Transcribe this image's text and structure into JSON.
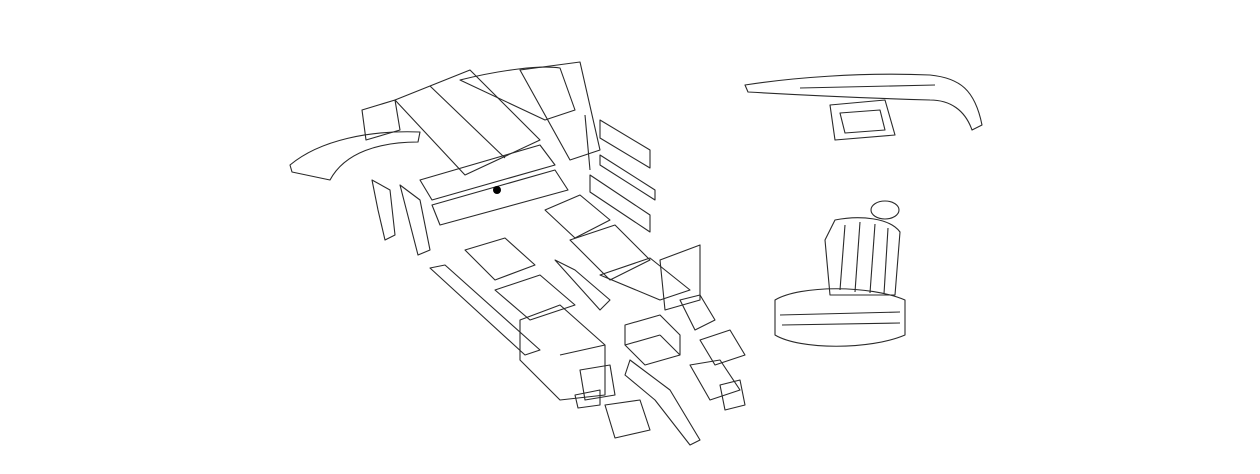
{
  "diagram": {
    "type": "exploded-parts-line-drawing",
    "line_color": "#2a2a2a",
    "background": "#ffffff",
    "parts": [
      "rear-parcel-panel",
      "roof-headliner-panels",
      "side-trim-panels",
      "rear-floor-panels",
      "front-floor-panels",
      "transmission-tunnel",
      "center-console",
      "small-trim-pieces",
      "dashboard-top",
      "dashboard-center-vent",
      "seat"
    ]
  }
}
